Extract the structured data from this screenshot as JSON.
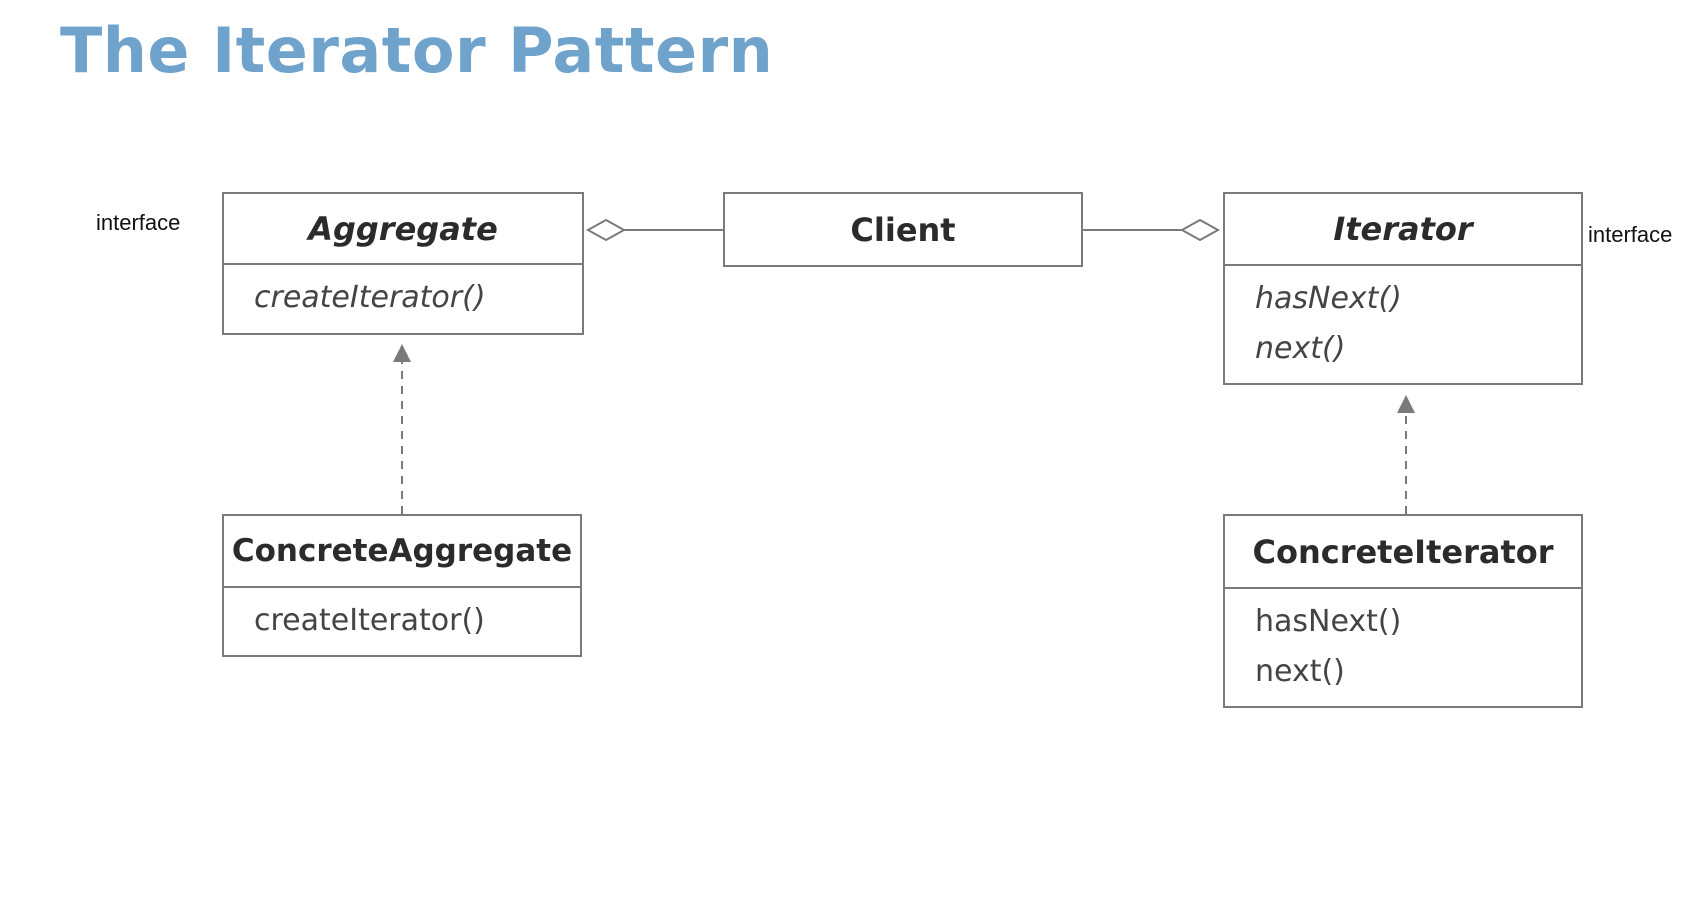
{
  "title": "The Iterator Pattern",
  "notes": {
    "aggregate": "interface",
    "iterator": "interface"
  },
  "classes": {
    "aggregate": {
      "name": "Aggregate",
      "operations": [
        "createIterator()"
      ]
    },
    "client": {
      "name": "Client"
    },
    "iterator": {
      "name": "Iterator",
      "operations": [
        "hasNext()",
        "next()"
      ]
    },
    "concrete_aggregate": {
      "name": "ConcreteAggregate",
      "operations": [
        "createIterator()"
      ]
    },
    "concrete_iterator": {
      "name": "ConcreteIterator",
      "operations": [
        "hasNext()",
        "next()"
      ]
    }
  },
  "relations": [
    {
      "from": "client",
      "to": "aggregate",
      "kind": "aggregation"
    },
    {
      "from": "client",
      "to": "iterator",
      "kind": "aggregation"
    },
    {
      "from": "concrete_aggregate",
      "to": "aggregate",
      "kind": "realization"
    },
    {
      "from": "concrete_iterator",
      "to": "iterator",
      "kind": "realization"
    }
  ],
  "colors": {
    "title": "#6fa3cc",
    "border": "#7a7a7a",
    "text": "#2b2b2b"
  }
}
